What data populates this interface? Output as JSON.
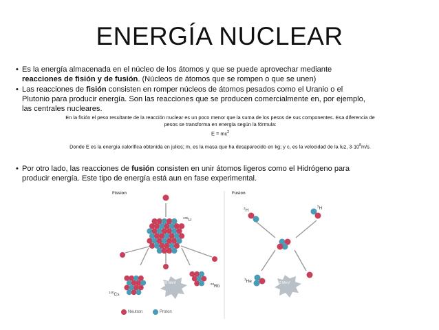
{
  "title": "ENERGÍA NUCLEAR",
  "bullet1": {
    "line1": "Es la energía almacenada en el núcleo de los átomos y que se puede aprovechar mediante",
    "bold": "reacciones de fisión y de fusión",
    "rest": ". (Núcleos de átomos que se rompen o que se unen)"
  },
  "bullet2": {
    "pre": "Las reacciones de ",
    "bold": "fisión",
    "line1_rest": " consisten en romper núcleos de átomos pesados como el Uranio o el",
    "line2": "Plutonio para producir energía. Son las reacciones que se producen comercialmente en, por ejemplo,",
    "line3": "las centrales nucleares."
  },
  "note": {
    "line1": "En la fisión el peso resultante de la reacción nuclear es un poco menor que la suma de los pesos de sus componentes. Esa diferencia de",
    "line2": "pesos se transforma en energía según la fórmula:",
    "formula": "E = mc",
    "formula_exp": "2",
    "where_pre": "Donde E es la energía calorífica obtenida en julios; m, es la masa que ha desaparecido en kg; y c, es la velocidad de la luz, 3·10",
    "where_exp": "8",
    "where_post": "m/s."
  },
  "bullet3": {
    "pre": "Por otro lado, las reacciones de ",
    "bold": "fusión",
    "line1_rest": " consisten en unir átomos ligeros como el Hidrógeno para",
    "line2": "producir energía. Este tipo de energía está aun en fase experimental."
  },
  "figure": {
    "fission_label": "Fission",
    "fusion_label": "Fusion",
    "u_mass": "235",
    "u_symbol": "U",
    "cs_mass": "140",
    "cs_symbol": "Cs",
    "rb_mass": "93",
    "rb_symbol": "Rb",
    "fission_energy": "200 MeV",
    "h_mass_left": "2",
    "h_symbol_left": "H",
    "h_mass_right": "2",
    "h_symbol_right": "H",
    "he_mass": "3",
    "he_symbol": "He",
    "fusion_energy": "3.2 MeV",
    "legend_neutron": "Neutron",
    "legend_proton": "Proton",
    "neutron_color": "#c8405a",
    "proton_color": "#4a9bb5"
  }
}
